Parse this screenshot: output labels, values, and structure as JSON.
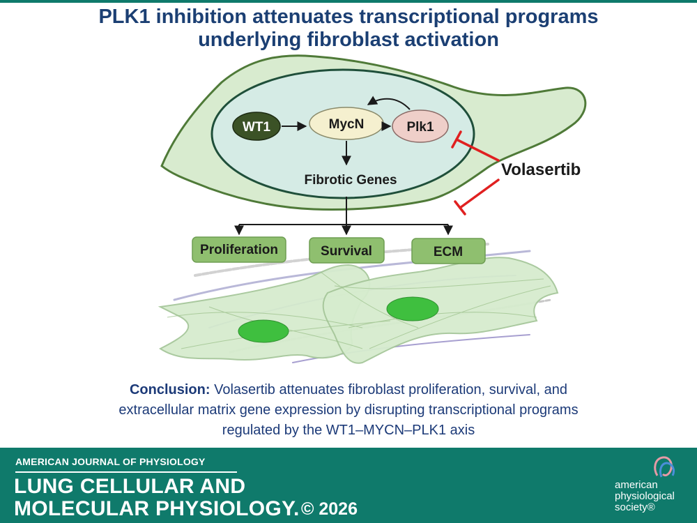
{
  "title": {
    "line1": "PLK1 inhibition attenuates transcriptional programs",
    "line2": "underlying fibroblast activation"
  },
  "diagram": {
    "nodes": {
      "wt1": "WT1",
      "mycn": "MycN",
      "plk1": "Plk1",
      "fibrotic": "Fibrotic Genes",
      "volasertib": "Volasertib"
    },
    "outcomes": [
      "Proliferation",
      "Survival",
      "ECM"
    ],
    "colors": {
      "cell_fill": "#d9ecd1",
      "cell_stroke": "#4f7a38",
      "nucleus_fill": "#d6ece6",
      "nucleus_stroke": "#1f4f3a",
      "wt1_fill": "#3b5226",
      "mycn_fill": "#f5f0cf",
      "plk1_fill": "#efcfc9",
      "outcome_fill": "#8fbf6f",
      "inhibitor": "#e02020"
    }
  },
  "conclusion": {
    "label": "Conclusion:",
    "line1_text": "Volasertib attenuates fibroblast proliferation, survival, and",
    "line2": "extracellular matrix gene expression by disrupting transcriptional programs",
    "line3": "regulated by the WT1–MYCN–PLK1 axis"
  },
  "footer": {
    "kicker": "AMERICAN JOURNAL OF PHYSIOLOGY",
    "journal_line1": "LUNG CELLULAR AND",
    "journal_line2": "MOLECULAR PHYSIOLOGY.",
    "copyright": "© 2026",
    "society_line1": "american",
    "society_line2": "physiological",
    "society_line3": "society®",
    "background": "#0f7a6b"
  }
}
